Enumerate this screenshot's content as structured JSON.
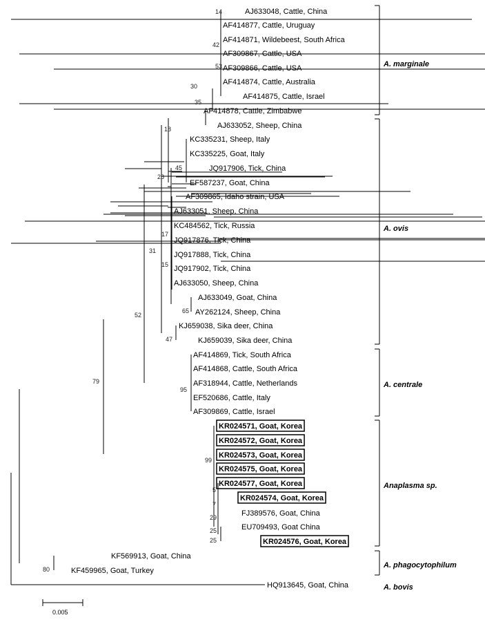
{
  "taxa": [
    {
      "id": "t1",
      "label": "AJ633048, Cattle, China",
      "bold": false
    },
    {
      "id": "t2",
      "label": "AF414877, Cattle, Uruguay",
      "bold": false
    },
    {
      "id": "t3",
      "label": "AF414871, Wildebeest, South Africa",
      "bold": false
    },
    {
      "id": "t4",
      "label": "AF309867, Cattle, USA",
      "bold": false
    },
    {
      "id": "t5",
      "label": "AF309866, Cattle, USA",
      "bold": false
    },
    {
      "id": "t6",
      "label": "AF414874, Cattle, Australia",
      "bold": false
    },
    {
      "id": "t7",
      "label": "AF414875, Cattle, Israel",
      "bold": false
    },
    {
      "id": "t8",
      "label": "AF414878, Cattle, Zimbabwe",
      "bold": false
    },
    {
      "id": "t9",
      "label": "AJ633052, Sheep, China",
      "bold": false
    },
    {
      "id": "t10",
      "label": "KC335231, Sheep, Italy",
      "bold": false
    },
    {
      "id": "t11",
      "label": "KC335225, Goat, Italy",
      "bold": false
    },
    {
      "id": "t12",
      "label": "JQ917906, Tick, China",
      "bold": false
    },
    {
      "id": "t13",
      "label": "EF587237, Goat, China",
      "bold": false
    },
    {
      "id": "t14",
      "label": "AF309865, Idaho strain, USA",
      "bold": false
    },
    {
      "id": "t15",
      "label": "AJ633051, Sheep, China",
      "bold": false
    },
    {
      "id": "t16",
      "label": "KC484562, Tick, Russia",
      "bold": false
    },
    {
      "id": "t17",
      "label": "JQ917876, Tick, China",
      "bold": false
    },
    {
      "id": "t18",
      "label": "JQ917888, Tick, China",
      "bold": false
    },
    {
      "id": "t19",
      "label": "JQ917902, Tick, China",
      "bold": false
    },
    {
      "id": "t20",
      "label": "AJ633050, Sheep, China",
      "bold": false
    },
    {
      "id": "t21",
      "label": "AJ633049, Goat, China",
      "bold": false
    },
    {
      "id": "t22",
      "label": "AY262124, Sheep,  China",
      "bold": false
    },
    {
      "id": "t23",
      "label": "KJ659038, Sika deer, China",
      "bold": false
    },
    {
      "id": "t24",
      "label": "KJ659039, Sika deer, China",
      "bold": false
    },
    {
      "id": "t25",
      "label": "AF414869, Tick, South Africa",
      "bold": false
    },
    {
      "id": "t26",
      "label": "AF414868, Cattle, South Africa",
      "bold": false
    },
    {
      "id": "t27",
      "label": "AF318944, Cattle, Netherlands",
      "bold": false
    },
    {
      "id": "t28",
      "label": "EF520686, Cattle, Italy",
      "bold": false
    },
    {
      "id": "t29",
      "label": "AF309869, Cattle, Israel",
      "bold": false
    },
    {
      "id": "t30",
      "label": "KR024571, Goat, Korea",
      "bold": true
    },
    {
      "id": "t31",
      "label": "KR024572, Goat, Korea",
      "bold": true
    },
    {
      "id": "t32",
      "label": "KR024573, Goat, Korea",
      "bold": true
    },
    {
      "id": "t33",
      "label": "KR024575, Goat, Korea",
      "bold": true
    },
    {
      "id": "t34",
      "label": "KR024577, Goat, Korea",
      "bold": true
    },
    {
      "id": "t35",
      "label": "KR024574, Goat, Korea",
      "bold": true
    },
    {
      "id": "t36",
      "label": "FJ389576, Goat, China",
      "bold": false
    },
    {
      "id": "t37",
      "label": "EU709493, Goat China",
      "bold": false
    },
    {
      "id": "t38",
      "label": "KR024576, Goat, Korea",
      "bold": true
    },
    {
      "id": "t39",
      "label": "KF569913, Goat,  China",
      "bold": false
    },
    {
      "id": "t40",
      "label": "KF459965, Goat, Turkey",
      "bold": false
    },
    {
      "id": "t41",
      "label": "HQ913645, Goat,  China",
      "bold": false
    }
  ],
  "bootstrap": [
    {
      "id": "b14",
      "value": "14"
    },
    {
      "id": "b42",
      "value": "42"
    },
    {
      "id": "b53",
      "value": "53"
    },
    {
      "id": "b30",
      "value": "30"
    },
    {
      "id": "b35",
      "value": "35"
    },
    {
      "id": "b18",
      "value": "18"
    },
    {
      "id": "b45",
      "value": "45"
    },
    {
      "id": "b28",
      "value": "28"
    },
    {
      "id": "b17",
      "value": "17"
    },
    {
      "id": "b15",
      "value": "15"
    },
    {
      "id": "b65",
      "value": "65"
    },
    {
      "id": "b31",
      "value": "31"
    },
    {
      "id": "b47",
      "value": "47"
    },
    {
      "id": "b52",
      "value": "52"
    },
    {
      "id": "b95",
      "value": "95"
    },
    {
      "id": "b79",
      "value": "79"
    },
    {
      "id": "b99",
      "value": "99"
    },
    {
      "id": "b5",
      "value": "5"
    },
    {
      "id": "b7",
      "value": "7"
    },
    {
      "id": "b29",
      "value": "29"
    },
    {
      "id": "b25a",
      "value": "25"
    },
    {
      "id": "b25b",
      "value": "25"
    },
    {
      "id": "b80",
      "value": "80"
    }
  ],
  "groups": [
    {
      "id": "g1",
      "label": "A. marginale"
    },
    {
      "id": "g2",
      "label": "A. ovis"
    },
    {
      "id": "g3",
      "label": "A. centrale"
    },
    {
      "id": "g4",
      "label": "Anaplasma sp."
    },
    {
      "id": "g5",
      "label": "A. phagocytophilum"
    },
    {
      "id": "g6",
      "label": "A. bovis"
    }
  ],
  "scale_bar": {
    "label": "0.005"
  }
}
